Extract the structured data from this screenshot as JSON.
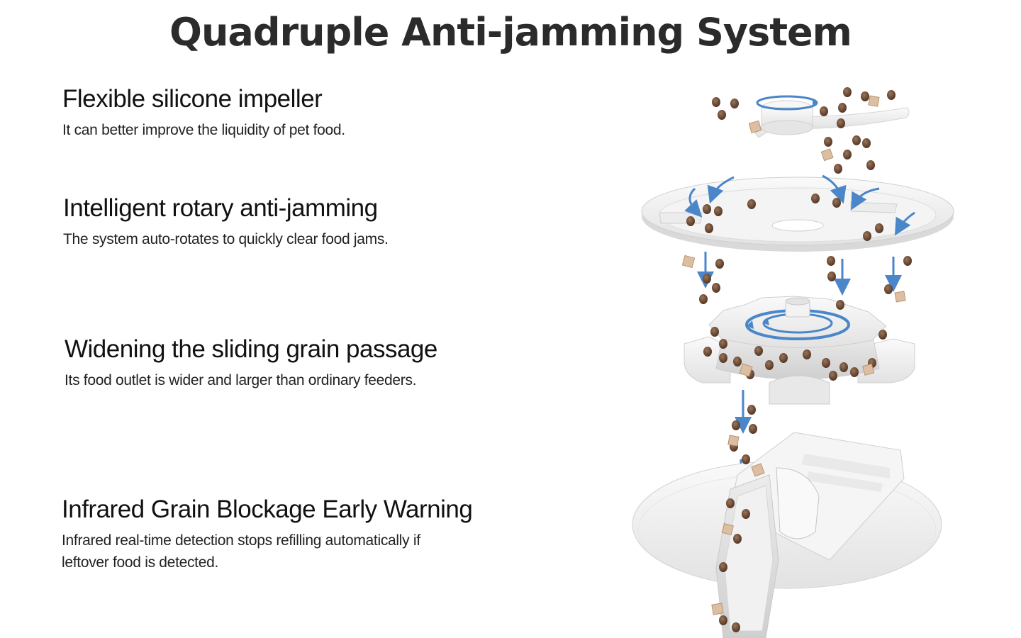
{
  "title": "Quadruple Anti-jamming System",
  "features": [
    {
      "heading": "Flexible silicone impeller",
      "description": "It can better improve the liquidity of pet food."
    },
    {
      "heading": "Intelligent rotary anti-jamming",
      "description": "The system auto-rotates to quickly clear food jams."
    },
    {
      "heading": "Widening the sliding grain passage",
      "description": "Its food outlet is wider and larger than ordinary feeders."
    },
    {
      "heading": "Infrared Grain Blockage Early Warning",
      "description": "Infrared real-time detection stops refilling automatically if leftover food is detected."
    }
  ],
  "colors": {
    "title": "#2b2b2b",
    "arrow": "#4a86c8",
    "kibble": "#6b4a36",
    "treat": "#d9b89a",
    "part": "#f1f1f1",
    "part_shadow": "#d8d8d8"
  },
  "illustration": {
    "name": "exploded-feeder-mechanism",
    "icons": [
      "impeller",
      "rotary-disc",
      "grain-passage",
      "infrared-chute",
      "flow-arrow-icon",
      "rotation-arrow-icon"
    ]
  }
}
